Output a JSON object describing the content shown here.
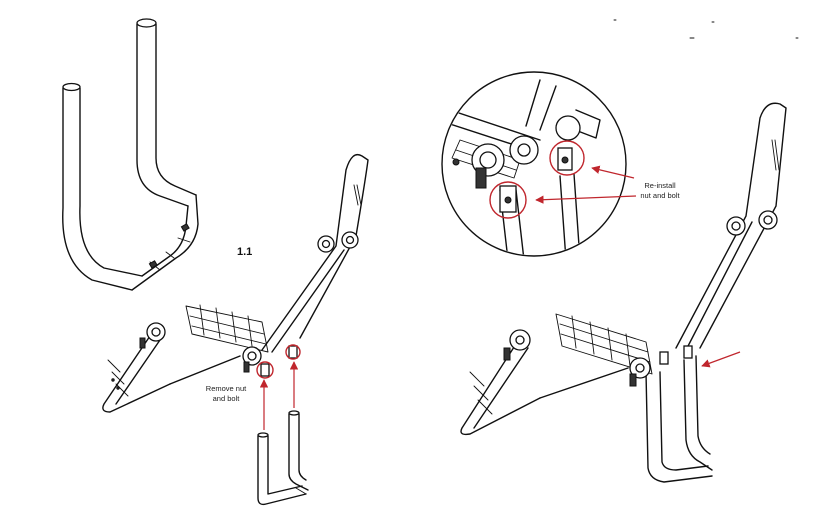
{
  "step_number": "1.1",
  "annotations": {
    "remove_line1": "Remove nut",
    "remove_line2": "and bolt",
    "reinstall_line1": "Re-install",
    "reinstall_line2": "nut and bolt"
  },
  "colors": {
    "line": "#111111",
    "highlight": "#c0262d",
    "background": "#ffffff"
  }
}
